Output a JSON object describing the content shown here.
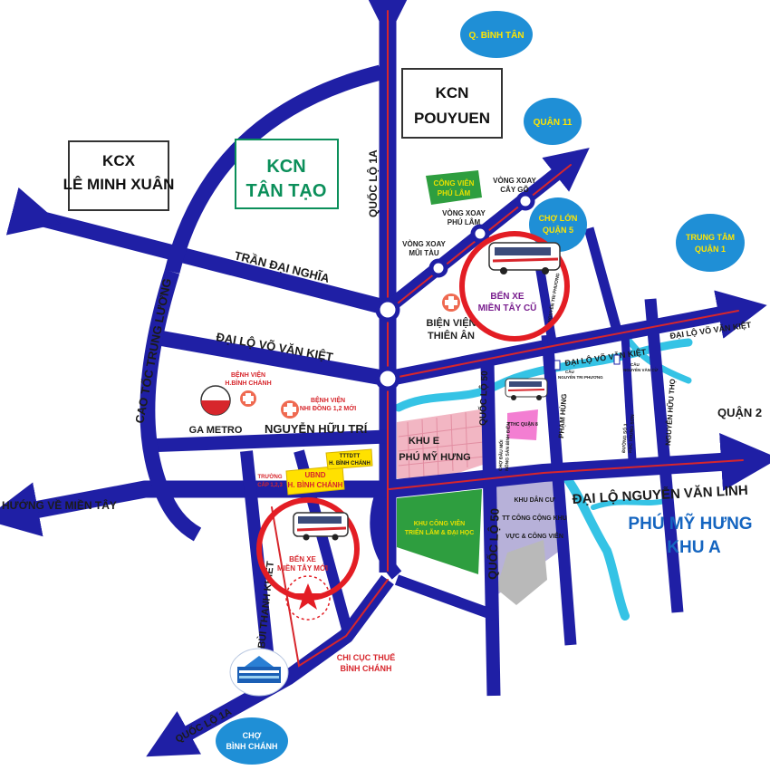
{
  "boxes": {
    "kcx": [
      "KCX",
      "LÊ MINH XUÂN"
    ],
    "kcn_tan_tao": [
      "KCN",
      "TÂN TẠO"
    ],
    "kcn_pouyuen": [
      "KCN",
      "POUYUEN"
    ]
  },
  "bubbles": {
    "binh_tan": "Q. BÌNH TÂN",
    "quan11": "QUẬN 11",
    "cho_lon": [
      "CHỢ LỚN",
      "QUẬN 5"
    ],
    "trung_tam": [
      "TRUNG TÂM",
      "QUẬN 1"
    ],
    "cho_binh_chanh": [
      "CHỢ",
      "BÌNH CHÁNH"
    ]
  },
  "roads": {
    "tran_dai_nghia": "TRẦN ĐẠI NGHĨA",
    "vo_van_kiet": "ĐẠI LỘ VÕ VĂN KIỆT",
    "vo_van_kiet_east_1": "ĐẠI LỘ VÕ VĂN KIỆT",
    "vo_van_kiet_east_2": "ĐẠI LỘ VÕ VĂN KIỆT",
    "cao_toc": "CAO TỐC TRUNG LƯƠNG",
    "quoc_lo_1a_north": "QUỐC LỘ 1A",
    "quoc_lo_1a_south": "QUỐC LỘ 1A",
    "nguyen_huu_tri": "NGUYỄN HỮU TRÍ",
    "nguyen_van_linh": "ĐẠI LỘ NGUYỄN VĂN LINH",
    "quoc_lo_50_a": "QUỐC LỘ 50",
    "quoc_lo_50_b": "QUỐC LỘ 50",
    "bui_thanh_khiet": "BÙI THANH KHIẾT",
    "huong_ve_mien_tay": "HƯỚNG VỀ MIỀN TÂY",
    "quan2": "QUẬN 2",
    "pham_hung": "PHẠM HÙNG",
    "nguyen_huu_tho": "NGUYỄN HỮU THỌ"
  },
  "poi": {
    "cong_vien_phu_lam": [
      "CÔNG VIÊN",
      "PHÚ LÂM"
    ],
    "vong_xoay_cay_go": [
      "VÒNG XOAY",
      "CÂY GÕ"
    ],
    "vong_xoay_phu_lam": [
      "VÒNG XOAY",
      "PHÚ LÂM"
    ],
    "vong_xoay_mui_tau": [
      "VÒNG XOAY",
      "MŨI TÀU"
    ],
    "ben_xe_cu": [
      "BẾN XE",
      "MIỀN TÂY CŨ"
    ],
    "benh_vien_thien_an": [
      "BIỆN VIỆN",
      "THIÊN ÂN"
    ],
    "benh_vien_binh_chanh": [
      "BỆNH VIỆN",
      "H.BÌNH CHÁNH"
    ],
    "benh_vien_nhi_dong": [
      "BỆNH VIỆN",
      "NHI ĐỒNG 1,2 MỚI"
    ],
    "ga_metro": "GA METRO",
    "khu_e": [
      "KHU E",
      "PHÚ MỸ HƯNG"
    ],
    "phu_my_hung_a": [
      "PHÚ MỸ HƯNG",
      "KHU A"
    ],
    "ubnd": [
      "UBND",
      "H. BÌNH CHÁNH"
    ],
    "tttdtt": [
      "TTTDTT",
      "H. BÌNH CHÁNH"
    ],
    "truong_cap": [
      "TRƯỜNG",
      "CẤP 1,2,3"
    ],
    "ben_xe_moi": [
      "BẾN XE",
      "MIỀN TÂY MỚI"
    ],
    "khu_cong_vien": [
      "KHU CÔNG VIÊN",
      "TRIỂN LÃM & ĐẠI HỌC"
    ],
    "khu_dan_cu": [
      "KHU DÂN CƯ",
      "TT CÔNG CỘNG KHU",
      "VỰC & CÔNG VIÊN"
    ],
    "chi_cuc_thue": [
      "CHI CỤC THUẾ",
      "BÌNH CHÁNH"
    ],
    "cho_dau_moi": [
      "CHỢ ĐẦU MỐI",
      "NÔNG SẢN BÌNH ĐIỀN"
    ],
    "tthc_quan8": "TTHC QUẬN 8",
    "cau_nguyen_tri_phuong": [
      "CẦU",
      "NGUYỄN TRI PHƯƠNG"
    ],
    "cau_nguyen_van_cu": [
      "CẦU",
      "NGUYỄN VĂN CỪ"
    ],
    "duong_so_3": [
      "ĐƯỜNG SỐ 3",
      "KDC TRUNG SƠN"
    ],
    "nguyen_tri_phuong": "NGUYỄN TRI PHƯƠNG"
  },
  "colors": {
    "road": "#1f1fa5",
    "road_edge": "#dfe3f2",
    "center_line": "#d7262c",
    "river": "#35c3e5",
    "bubble": "#1f8fd6",
    "khu_e": "#f2b6c3",
    "khu_dan_cu": "#b7b1d9",
    "park": "#2e9e3f",
    "bus_circle": "#e31d24"
  }
}
